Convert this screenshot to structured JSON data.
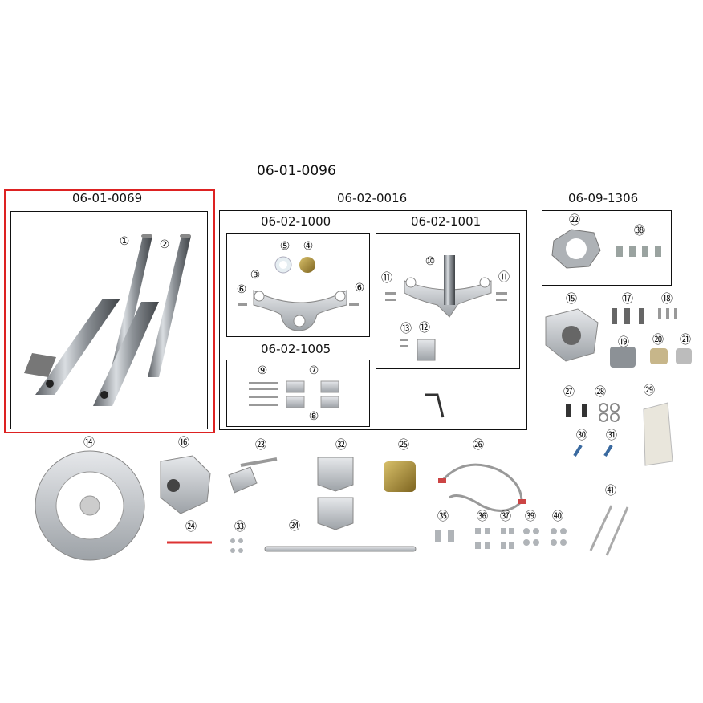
{
  "title": "06-01-0096",
  "groups": {
    "fork": "06-01-0069",
    "triple": "06-02-0016",
    "upper": "06-02-1000",
    "lower": "06-02-1001",
    "clamp": "06-02-1005",
    "hub": "06-09-1306"
  },
  "callouts": [
    "①",
    "②",
    "③",
    "④",
    "⑤",
    "⑥",
    "⑦",
    "⑧",
    "⑨",
    "⑩",
    "⑪",
    "⑫",
    "⑬",
    "⑭",
    "⑮",
    "⑯",
    "⑰",
    "⑱",
    "⑲",
    "⑳",
    "㉑",
    "㉒",
    "㉓",
    "㉔",
    "㉕",
    "㉖",
    "㉗",
    "㉘",
    "㉙",
    "㉚",
    "㉛",
    "㉜",
    "㉝",
    "㉞",
    "㉟",
    "㊱",
    "㊲",
    "㊳",
    "㊴",
    "㊵",
    "㊶"
  ],
  "colors": {
    "highlight": "#dd2222",
    "metal": "#b9bdc2",
    "gold": "#b79a3d"
  }
}
